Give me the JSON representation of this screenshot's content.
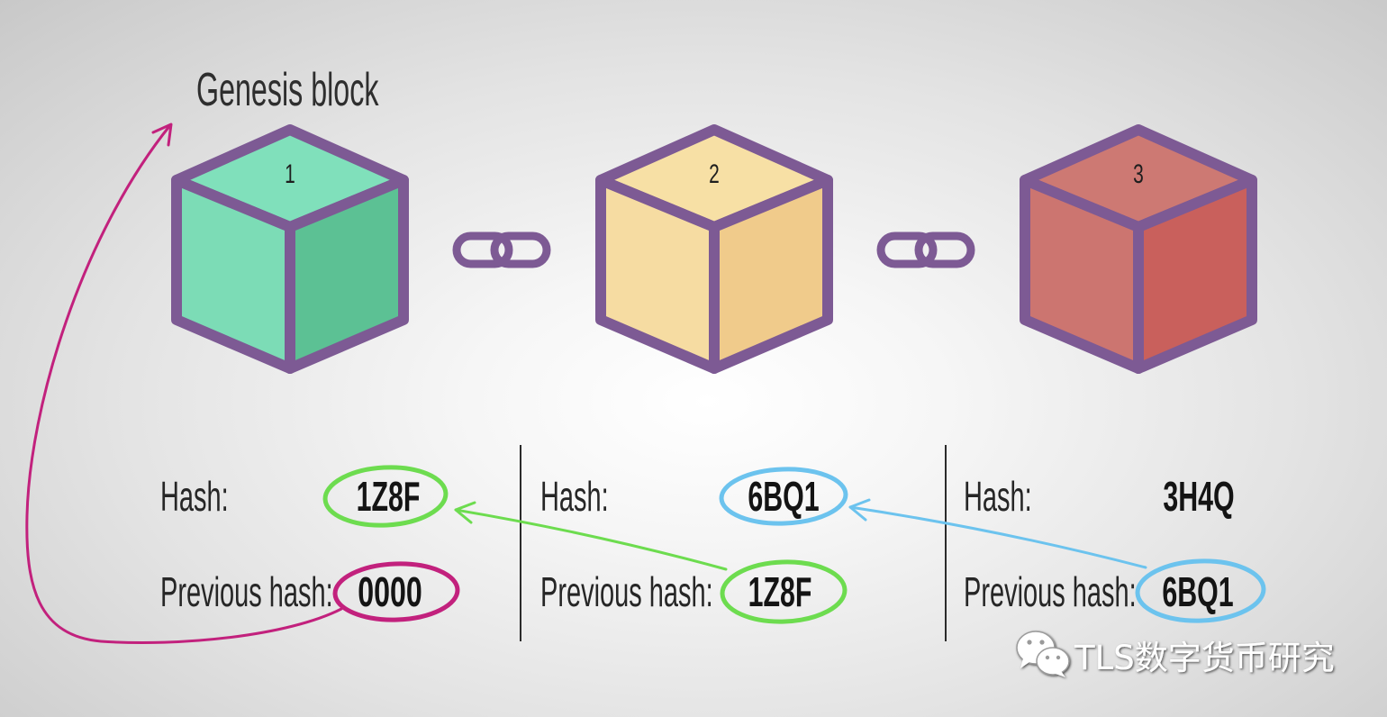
{
  "title": "Genesis block",
  "colors": {
    "cube_outline": "#7d5a94",
    "ring_green": "#6ddc4f",
    "ring_blue": "#6cc3ee",
    "ring_magenta": "#c2217d"
  },
  "blocks": [
    {
      "number": "1",
      "face_colors": {
        "top": "#80e0bb",
        "left": "#7cdcb6",
        "right": "#5cc194"
      },
      "hash_label": "Hash:",
      "hash": "1Z8F",
      "hash_ring": "#6ddc4f",
      "prev_label": "Previous hash:",
      "prev_hash": "0000",
      "prev_ring": "#c2217d"
    },
    {
      "number": "2",
      "face_colors": {
        "top": "#f7e0a5",
        "left": "#f6dca2",
        "right": "#f0cb8b"
      },
      "hash_label": "Hash:",
      "hash": "6BQ1",
      "hash_ring": "#6cc3ee",
      "prev_label": "Previous hash:",
      "prev_hash": "1Z8F",
      "prev_ring": "#6ddc4f"
    },
    {
      "number": "3",
      "face_colors": {
        "top": "#cd7973",
        "left": "#cc7570",
        "right": "#c9605c"
      },
      "hash_label": "Hash:",
      "hash": "3H4Q",
      "prev_label": "Previous hash:",
      "prev_hash": "6BQ1",
      "prev_ring": "#6cc3ee"
    }
  ],
  "links": [
    {
      "icon": "chain-link-icon"
    },
    {
      "icon": "chain-link-icon"
    }
  ],
  "arrows": [
    {
      "color": "#6ddc4f"
    },
    {
      "color": "#6cc3ee"
    },
    {
      "color": "#c2217d"
    }
  ],
  "watermark": {
    "icon": "wechat-icon",
    "text": "TLS数字货币研究"
  }
}
